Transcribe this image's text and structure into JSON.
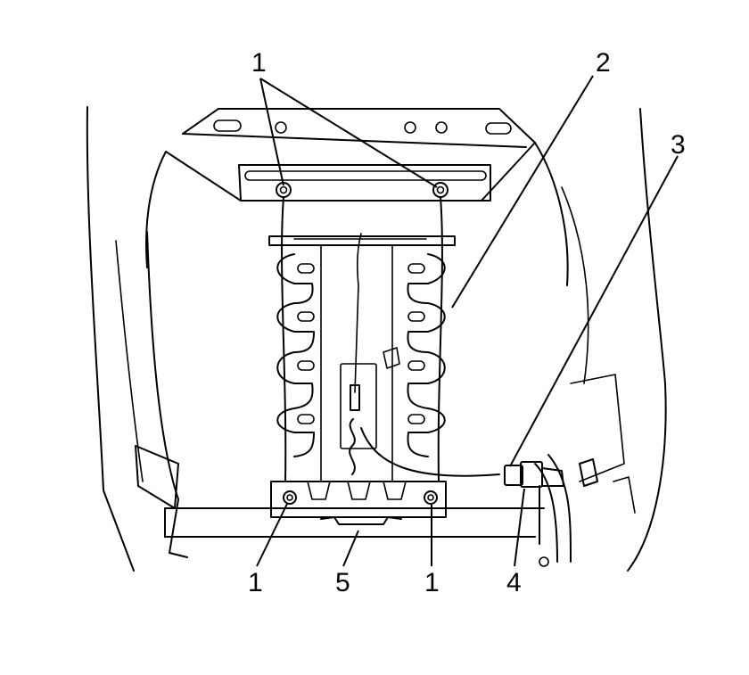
{
  "callouts": {
    "c1a": "1",
    "c2": "2",
    "c3": "3",
    "c1b": "1",
    "c5": "5",
    "c1c": "1",
    "c4": "4"
  }
}
